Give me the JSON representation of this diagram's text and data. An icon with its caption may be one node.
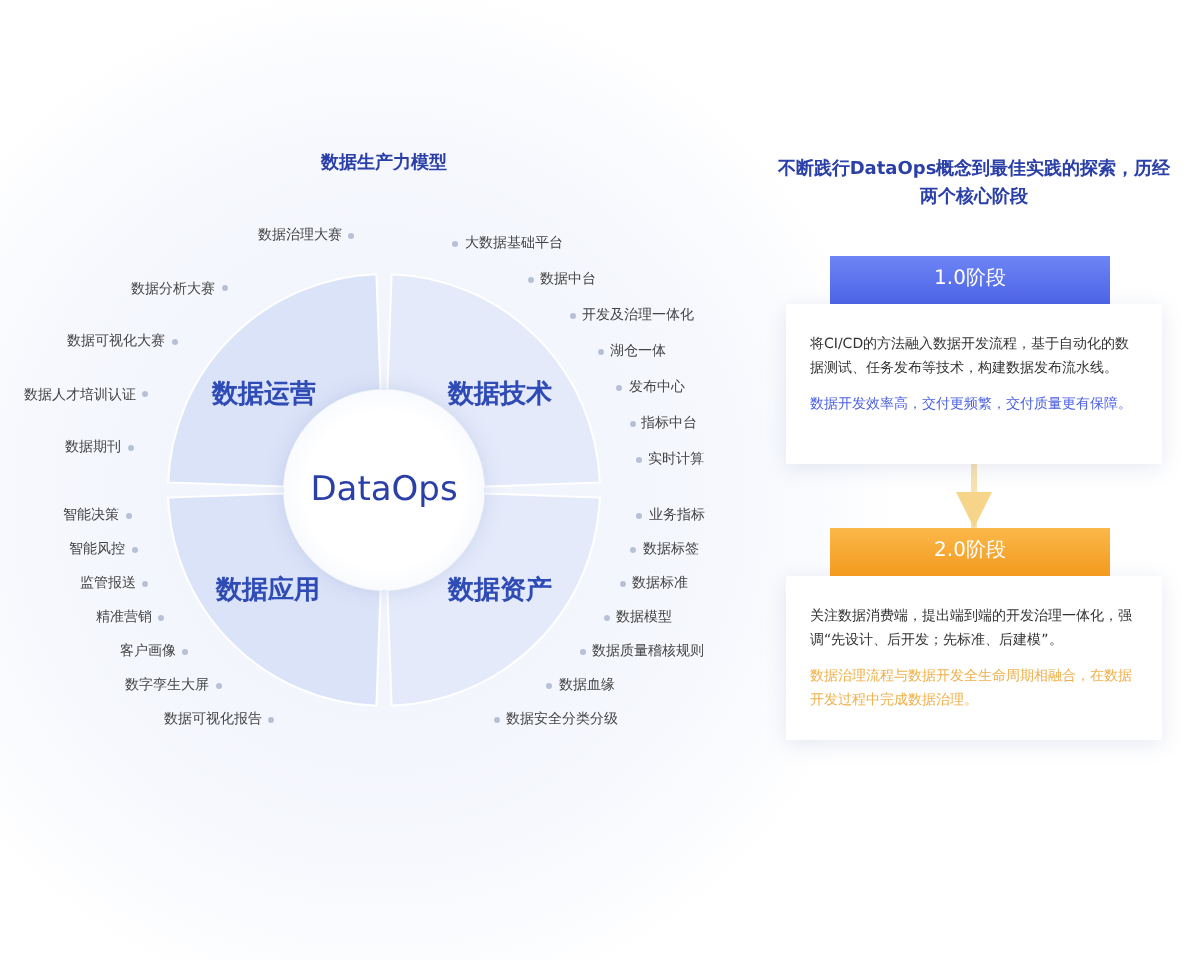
{
  "diagram": {
    "nodes": [
      {
        "text": [
          "DataOps"
        ]
      },
      {
        "text": [
          "数据运营"
        ]
      },
      {
        "text": [
          "数据技术"
        ]
      },
      {
        "text": [
          "数据应用"
        ]
      },
      {
        "text": [
          "数据资产"
        ]
      },
      {
        "text": [
          "1.0阶段"
        ]
      },
      {
        "text": [
          "将CI/CD的方法融入数据开发流程，基于自动化的数据测试、任务发布等技术，构建数据发布流水线。",
          "数据开发效率高，交付更频繁，交付质量更有保障。"
        ]
      },
      {
        "text": [
          "2.0阶段"
        ]
      },
      {
        "text": [
          "关注数据消费端，提出端到端的开发治理一体化，强调“先设计、后开发；先标准、后建模”。",
          "数据治理流程与数据开发全生命周期相融合，在数据开发过程中完成数据治理。"
        ]
      }
    ],
    "edges": [
      {
        "from": 6,
        "to": 7,
        "arrow": "to"
      }
    ],
    "labels": [
      "数据生产力模型",
      "数据治理大赛",
      "数据分析大赛",
      "数据可视化大赛",
      "数据人才培训认证",
      "数据期刊",
      "大数据基础平台",
      "数据中台",
      "开发及治理一体化",
      "湖仓一体",
      "发布中心",
      "指标中台",
      "实时计算",
      "智能决策",
      "智能风控",
      "监管报送",
      "精准营销",
      "客户画像",
      "数字孪生大屏",
      "数据可视化报告",
      "业务指标",
      "数据标签",
      "数据标准",
      "数据模型",
      "数据质量稽核规则",
      "数据血缘",
      "数据安全分类分级",
      "不断践行DataOps概念到最佳实践的探索，历经两个核心阶段"
    ]
  }
}
